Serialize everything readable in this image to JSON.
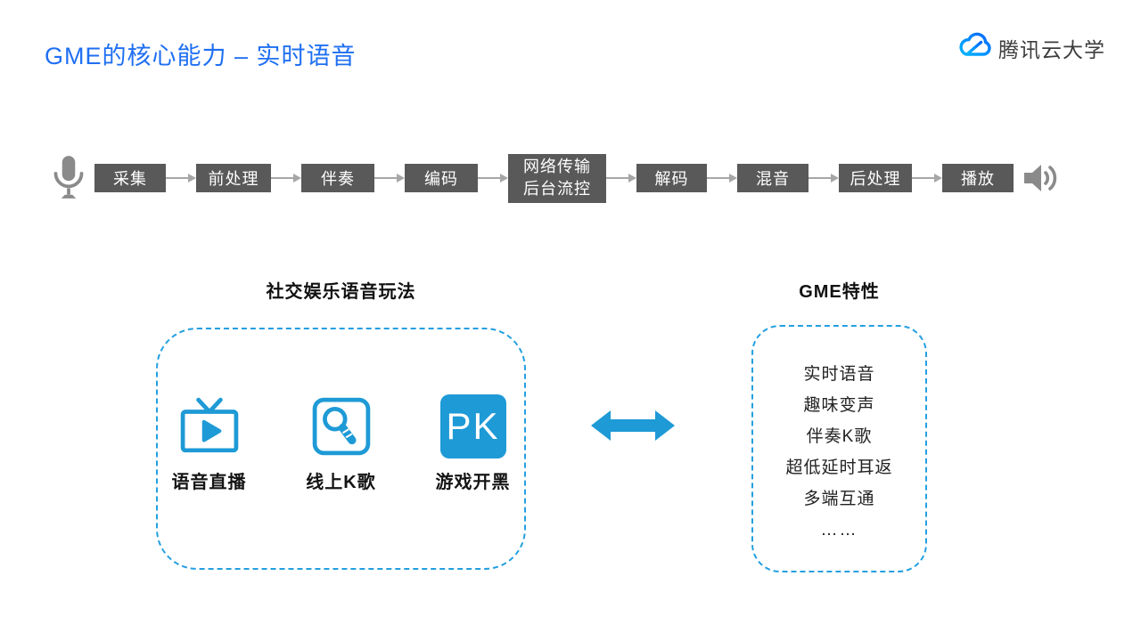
{
  "header": {
    "title": "GME的核心能力 – 实时语音",
    "title_color": "#1f6ff2"
  },
  "logo": {
    "text": "腾讯云大学",
    "icon": "tencent-cloud-icon"
  },
  "flow": {
    "input_icon": "microphone-icon",
    "output_icon": "speaker-icon",
    "box_color": "#595959",
    "box_text_color": "#ffffff",
    "arrow_color": "#a6a6a6",
    "steps": [
      {
        "label": "采集"
      },
      {
        "label": "前处理"
      },
      {
        "label": "伴奏"
      },
      {
        "label": "编码"
      },
      {
        "line1": "网络传输",
        "line2": "后台流控"
      },
      {
        "label": "解码"
      },
      {
        "label": "混音"
      },
      {
        "label": "后处理"
      },
      {
        "label": "播放"
      }
    ]
  },
  "scenarios": {
    "title": "社交娱乐语音玩法",
    "items": [
      {
        "label": "语音直播",
        "icon": "tv-play-icon"
      },
      {
        "label": "线上K歌",
        "icon": "karaoke-mic-icon"
      },
      {
        "label": "游戏开黑",
        "icon": "pk-badge-icon",
        "badge": "PK"
      }
    ]
  },
  "features": {
    "title": "GME特性",
    "items": [
      "实时语音",
      "趣味变声",
      "伴奏K歌",
      "超低延时耳返",
      "多端互通",
      "……"
    ]
  },
  "colors": {
    "accent_blue": "#1e9ad6",
    "dashed_border": "#239fe0",
    "flow_box_gray": "#595959",
    "icon_gray": "#8a8a8a",
    "title_blue": "#1f6ff2"
  }
}
